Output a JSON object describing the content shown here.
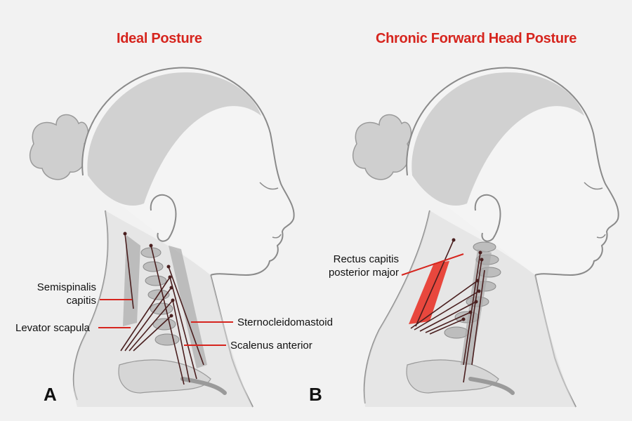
{
  "panels": [
    {
      "title": "Ideal Posture",
      "letter": "A",
      "labels": {
        "semispinalis_line1": "Semispinalis",
        "semispinalis_line2": "capitis",
        "levator": "Levator scapula",
        "sternocleidomastoid": "Sternocleidomastoid",
        "scalenus": "Scalenus anterior"
      }
    },
    {
      "title": "Chronic Forward Head Posture",
      "letter": "B",
      "labels": {
        "rectus_line1": "Rectus capitis",
        "rectus_line2": "posterior major"
      }
    }
  ],
  "colors": {
    "title": "#d6251e",
    "highlight_muscle": "#e8352a",
    "muscle_lines": "#4a1f1f",
    "sketch": "#8a8a8a",
    "hair": "#c9c9c9"
  }
}
